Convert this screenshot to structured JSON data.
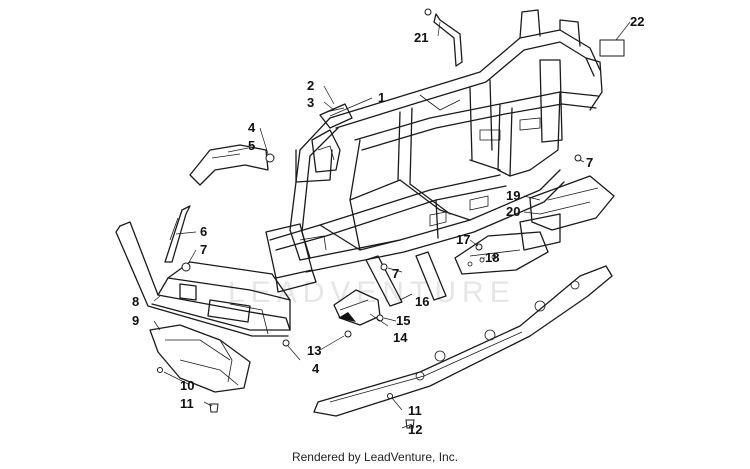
{
  "watermark": "LEADVENTURE",
  "credit": "Rendered by LeadVenture, Inc.",
  "callouts": [
    {
      "id": "c1",
      "label": "1"
    },
    {
      "id": "c2",
      "label": "2"
    },
    {
      "id": "c3",
      "label": "3"
    },
    {
      "id": "c4a",
      "label": "4"
    },
    {
      "id": "c5",
      "label": "5"
    },
    {
      "id": "c6",
      "label": "6"
    },
    {
      "id": "c7a",
      "label": "7"
    },
    {
      "id": "c7b",
      "label": "7"
    },
    {
      "id": "c7c",
      "label": "7"
    },
    {
      "id": "c8",
      "label": "8"
    },
    {
      "id": "c9",
      "label": "9"
    },
    {
      "id": "c10",
      "label": "10"
    },
    {
      "id": "c11a",
      "label": "11"
    },
    {
      "id": "c11b",
      "label": "11"
    },
    {
      "id": "c12",
      "label": "12"
    },
    {
      "id": "c13",
      "label": "13"
    },
    {
      "id": "c4b",
      "label": "4"
    },
    {
      "id": "c14",
      "label": "14"
    },
    {
      "id": "c15",
      "label": "15"
    },
    {
      "id": "c16",
      "label": "16"
    },
    {
      "id": "c17",
      "label": "17"
    },
    {
      "id": "c18",
      "label": "18"
    },
    {
      "id": "c19",
      "label": "19"
    },
    {
      "id": "c20",
      "label": "20"
    },
    {
      "id": "c21",
      "label": "21"
    },
    {
      "id": "c22",
      "label": "22"
    }
  ]
}
